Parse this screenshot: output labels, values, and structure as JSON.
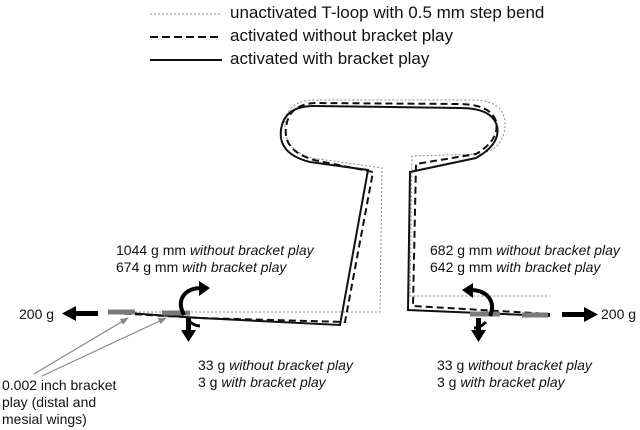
{
  "legend": {
    "unactivated": "unactivated T-loop with 0.5 mm step bend",
    "activated_no_play": "activated without bracket play",
    "activated_play": "activated with bracket play"
  },
  "left": {
    "force": "200 g",
    "moment_value_1": "1044 g mm ",
    "moment_cond_1": "without bracket play",
    "moment_value_2": "674 g mm ",
    "moment_cond_2": "with bracket play",
    "vertical_value_1": "33 g ",
    "vertical_cond_1": "without bracket play",
    "vertical_value_2": "3 g ",
    "vertical_cond_2": "with bracket play"
  },
  "right": {
    "force": "200 g",
    "moment_value_1": "682 g mm ",
    "moment_cond_1": "without bracket play",
    "moment_value_2": "642 g mm ",
    "moment_cond_2": "with bracket play",
    "vertical_value_1": "33 g ",
    "vertical_cond_1": "without bracket play",
    "vertical_value_2": "3 g ",
    "vertical_cond_2": "with bracket play"
  },
  "note": {
    "line1": "0.002 inch bracket",
    "line2": "play (distal and",
    "line3": "mesial wings)"
  },
  "colors": {
    "unactivated_line": "#888888",
    "wire": "#111111",
    "bracket": "#7a7a7a"
  }
}
